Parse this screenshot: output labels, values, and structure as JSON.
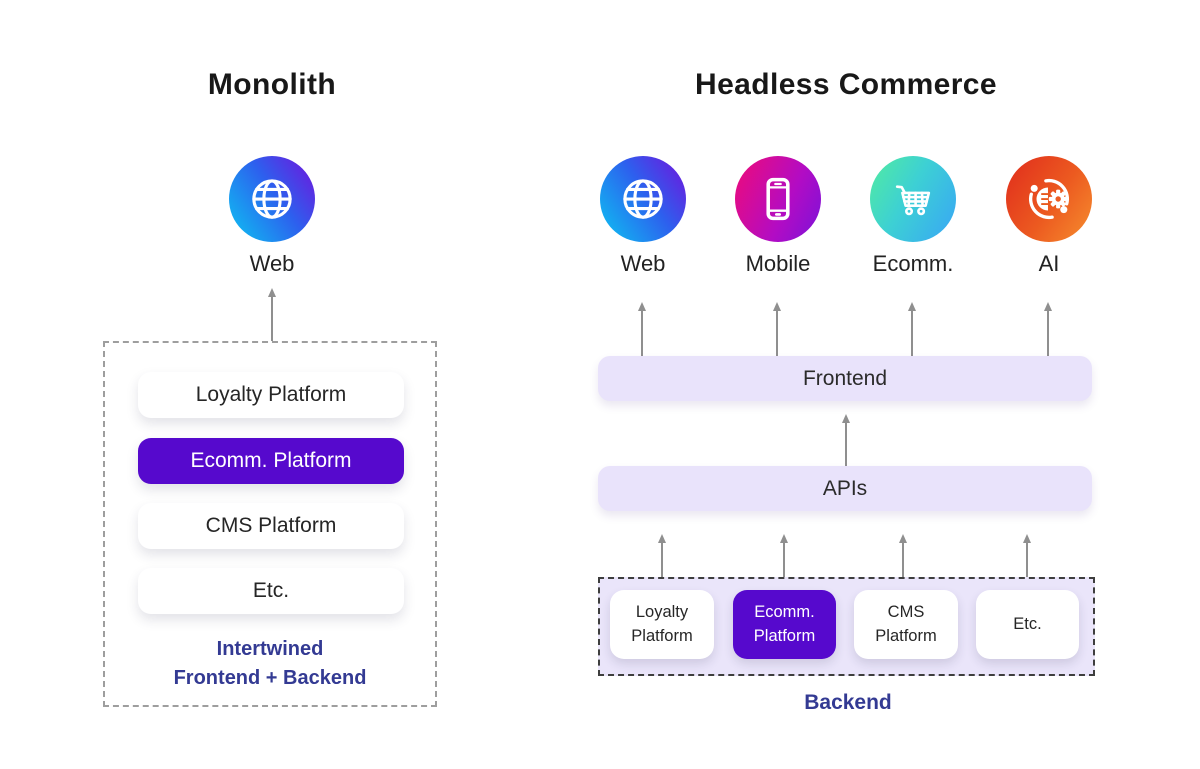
{
  "monolith": {
    "title": "Monolith",
    "channel": {
      "label": "Web",
      "icon": "globe-icon"
    },
    "stack": [
      {
        "label": "Loyalty Platform",
        "highlighted": false
      },
      {
        "label": "Ecomm. Platform",
        "highlighted": true
      },
      {
        "label": "CMS Platform",
        "highlighted": false
      },
      {
        "label": "Etc.",
        "highlighted": false
      }
    ],
    "caption": {
      "line1": "Intertwined",
      "line2": "Frontend + Backend"
    }
  },
  "headless": {
    "title": "Headless Commerce",
    "channels": [
      {
        "label": "Web",
        "icon": "globe-icon"
      },
      {
        "label": "Mobile",
        "icon": "smartphone-icon"
      },
      {
        "label": "Ecomm.",
        "icon": "shopping-cart-icon"
      },
      {
        "label": "AI",
        "icon": "ai-brain-gear-icon"
      }
    ],
    "layers": {
      "frontend": "Frontend",
      "apis": "APIs"
    },
    "backend": {
      "label": "Backend",
      "services": [
        {
          "lines": [
            "Loyalty",
            "Platform"
          ],
          "highlighted": false
        },
        {
          "lines": [
            "Ecomm.",
            "Platform"
          ],
          "highlighted": true
        },
        {
          "lines": [
            "CMS",
            "Platform"
          ],
          "highlighted": false
        },
        {
          "lines": [
            "Etc."
          ],
          "highlighted": false
        }
      ]
    }
  },
  "colors": {
    "highlight_purple": "#5609cd",
    "layer_lavender": "#e9e3fb",
    "backend_fill": "#eae5fa",
    "caption_navy": "#333a93",
    "arrow_gray": "#8f8f8f"
  }
}
